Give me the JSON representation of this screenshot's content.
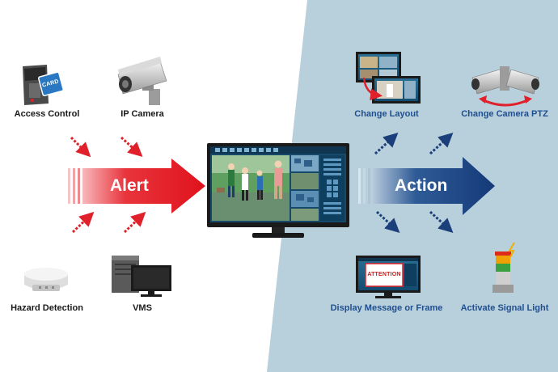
{
  "inputs": [
    {
      "label": "Access Control",
      "icon": "access-control-icon"
    },
    {
      "label": "IP Camera",
      "icon": "ip-camera-icon"
    },
    {
      "label": "Hazard Detection",
      "icon": "smoke-detector-icon"
    },
    {
      "label": "VMS",
      "icon": "vms-server-icon"
    }
  ],
  "outputs": [
    {
      "label": "Change Layout",
      "icon": "change-layout-icon"
    },
    {
      "label": "Change Camera PTZ",
      "icon": "ptz-camera-icon"
    },
    {
      "label": "Display Message or Frame",
      "icon": "display-message-icon"
    },
    {
      "label": "Activate Signal Light",
      "icon": "signal-light-icon"
    }
  ],
  "alert_label": "Alert",
  "action_label": "Action",
  "card_text": "CARD",
  "attention_text": "ATTENTION",
  "colors": {
    "alert": "#e0202a",
    "action": "#1b3f7a",
    "panel": "#b8cfdc"
  }
}
